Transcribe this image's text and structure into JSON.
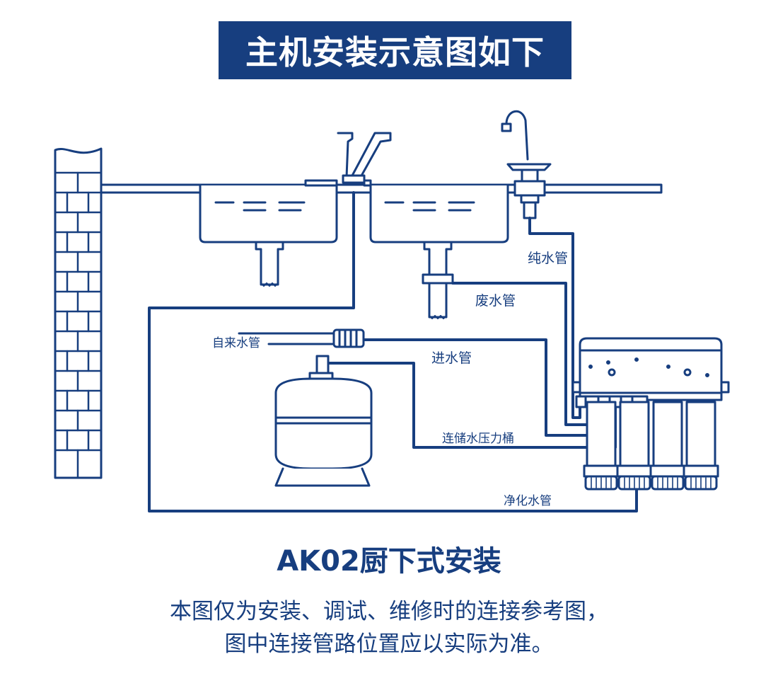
{
  "banner_title": "主机安装示意图如下",
  "labels": {
    "pure_water_pipe": "纯水管",
    "waste_water_pipe": "废水管",
    "tap_water_pipe": "自来水管",
    "inlet_pipe": "进水管",
    "pressure_tank_link": "连储水压力桶",
    "purified_water_pipe": "净化水管"
  },
  "model_title": "AK02厨下式安装",
  "note_line1": "本图仅为安装、调试、维修时的连接参考图，",
  "note_line2": "图中连接管路位置应以实际为准。",
  "colors": {
    "line": "#173e7f",
    "banner_bg": "#173e7f",
    "banner_text": "#ffffff"
  }
}
